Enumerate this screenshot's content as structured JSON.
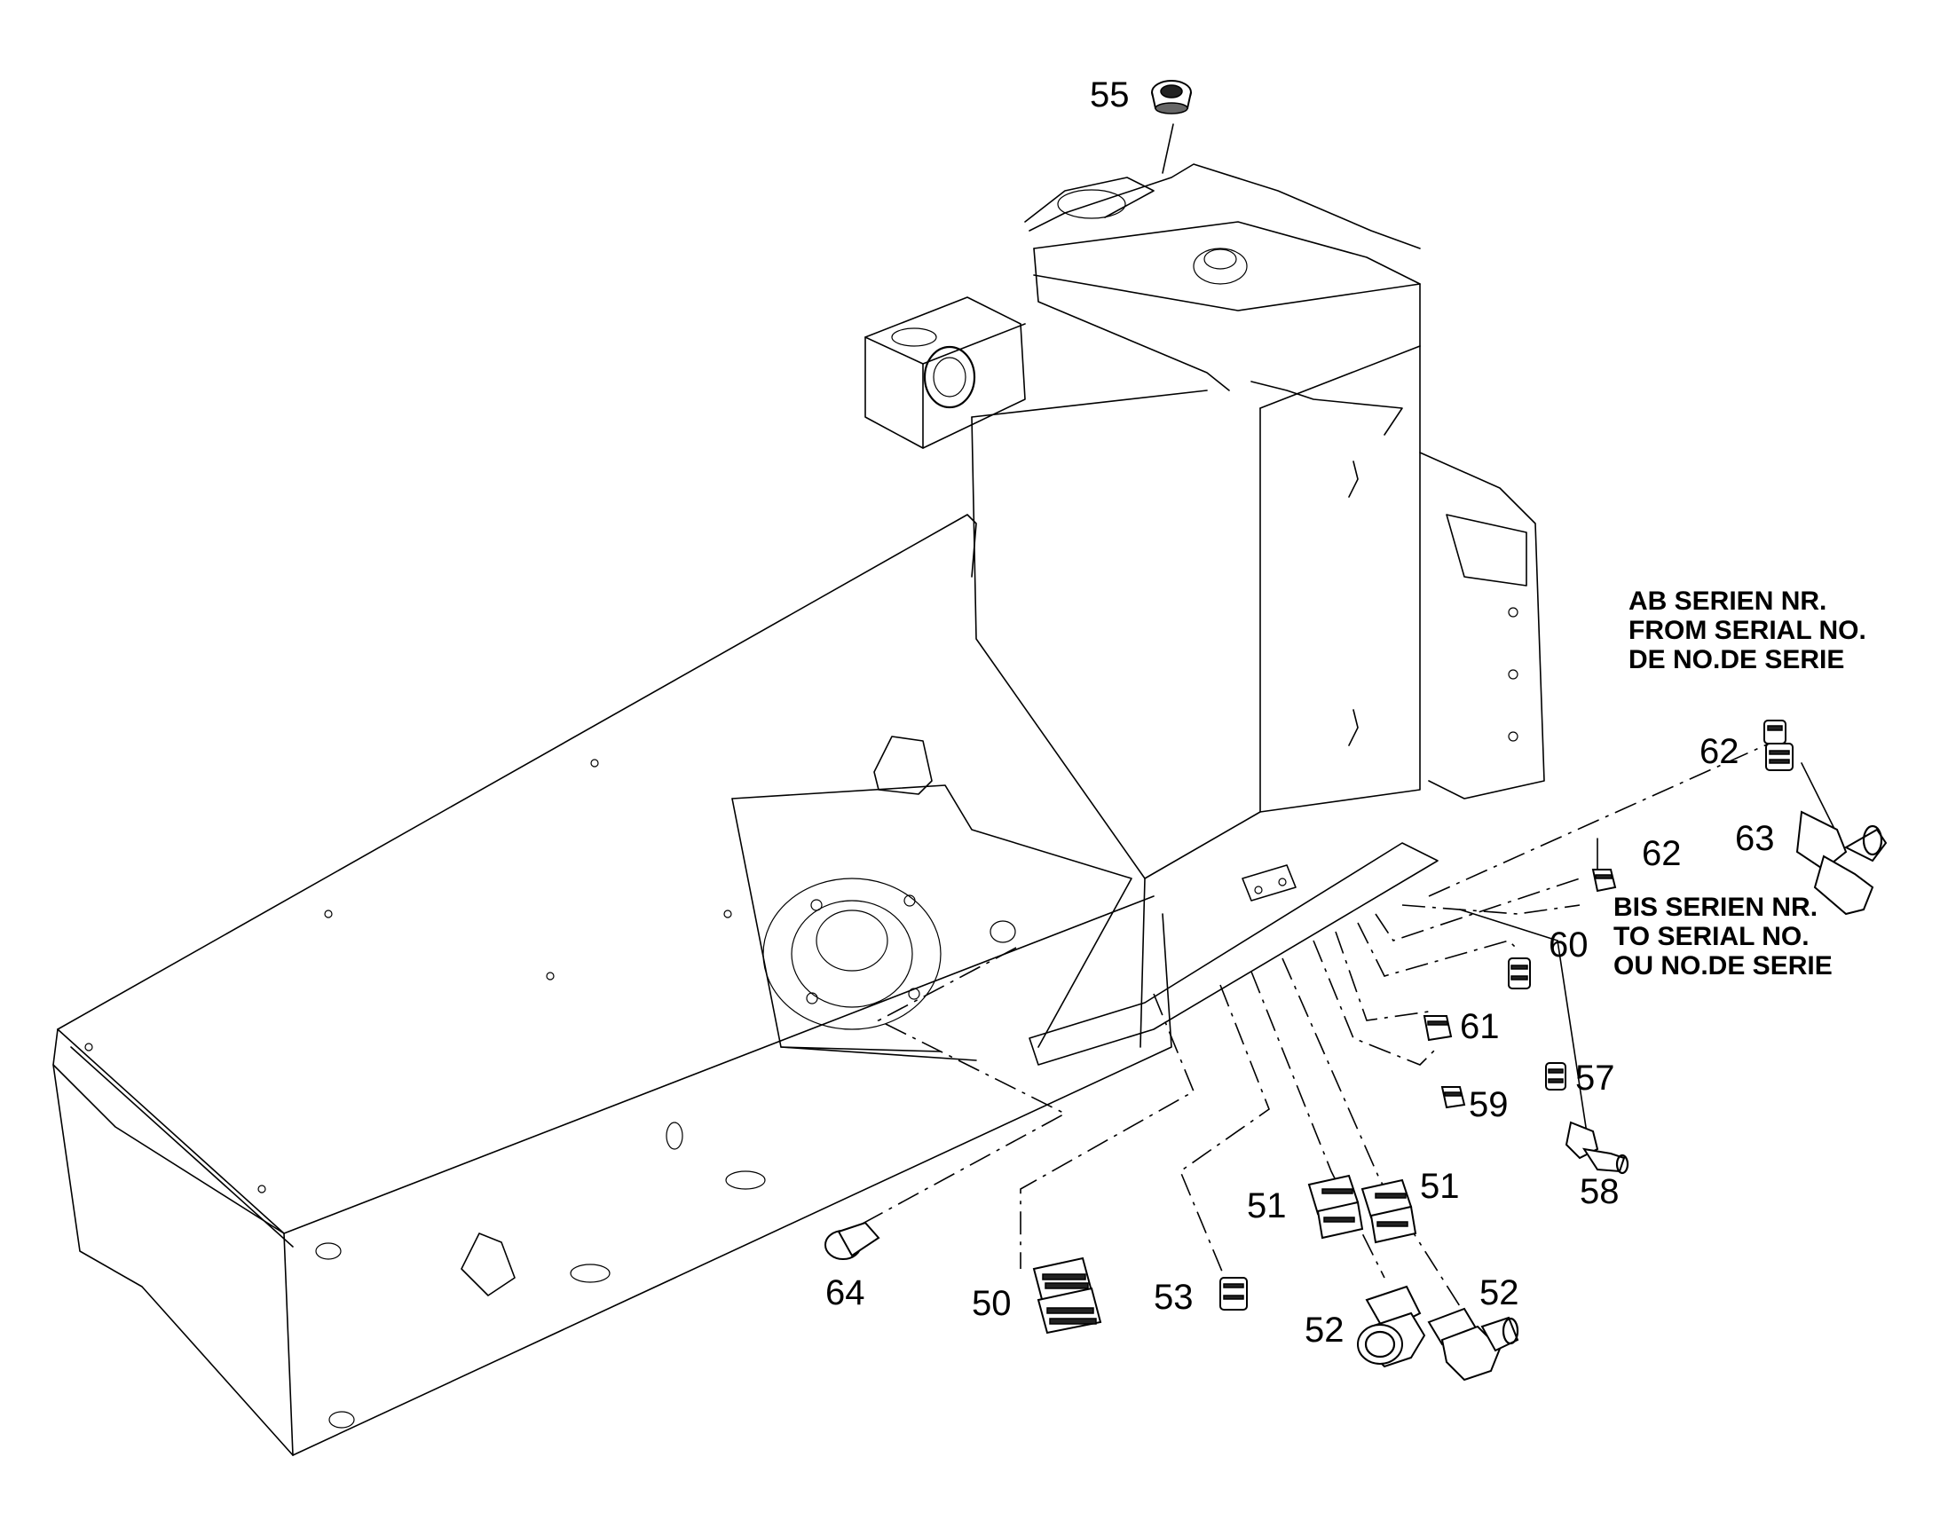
{
  "callouts": {
    "c55": "55",
    "c62a": "62",
    "c62b": "62",
    "c63": "63",
    "c60": "60",
    "c61": "61",
    "c57": "57",
    "c59": "59",
    "c58": "58",
    "c51a": "51",
    "c51b": "51",
    "c64": "64",
    "c50": "50",
    "c53": "53",
    "c52a": "52",
    "c52b": "52"
  },
  "notes": {
    "from_serial": [
      "AB SERIEN NR.",
      "FROM SERIAL NO.",
      "DE NO.DE SERIE"
    ],
    "to_serial": [
      "BIS SERIEN NR.",
      "TO SERIAL NO.",
      "OU NO.DE SERIE"
    ]
  }
}
